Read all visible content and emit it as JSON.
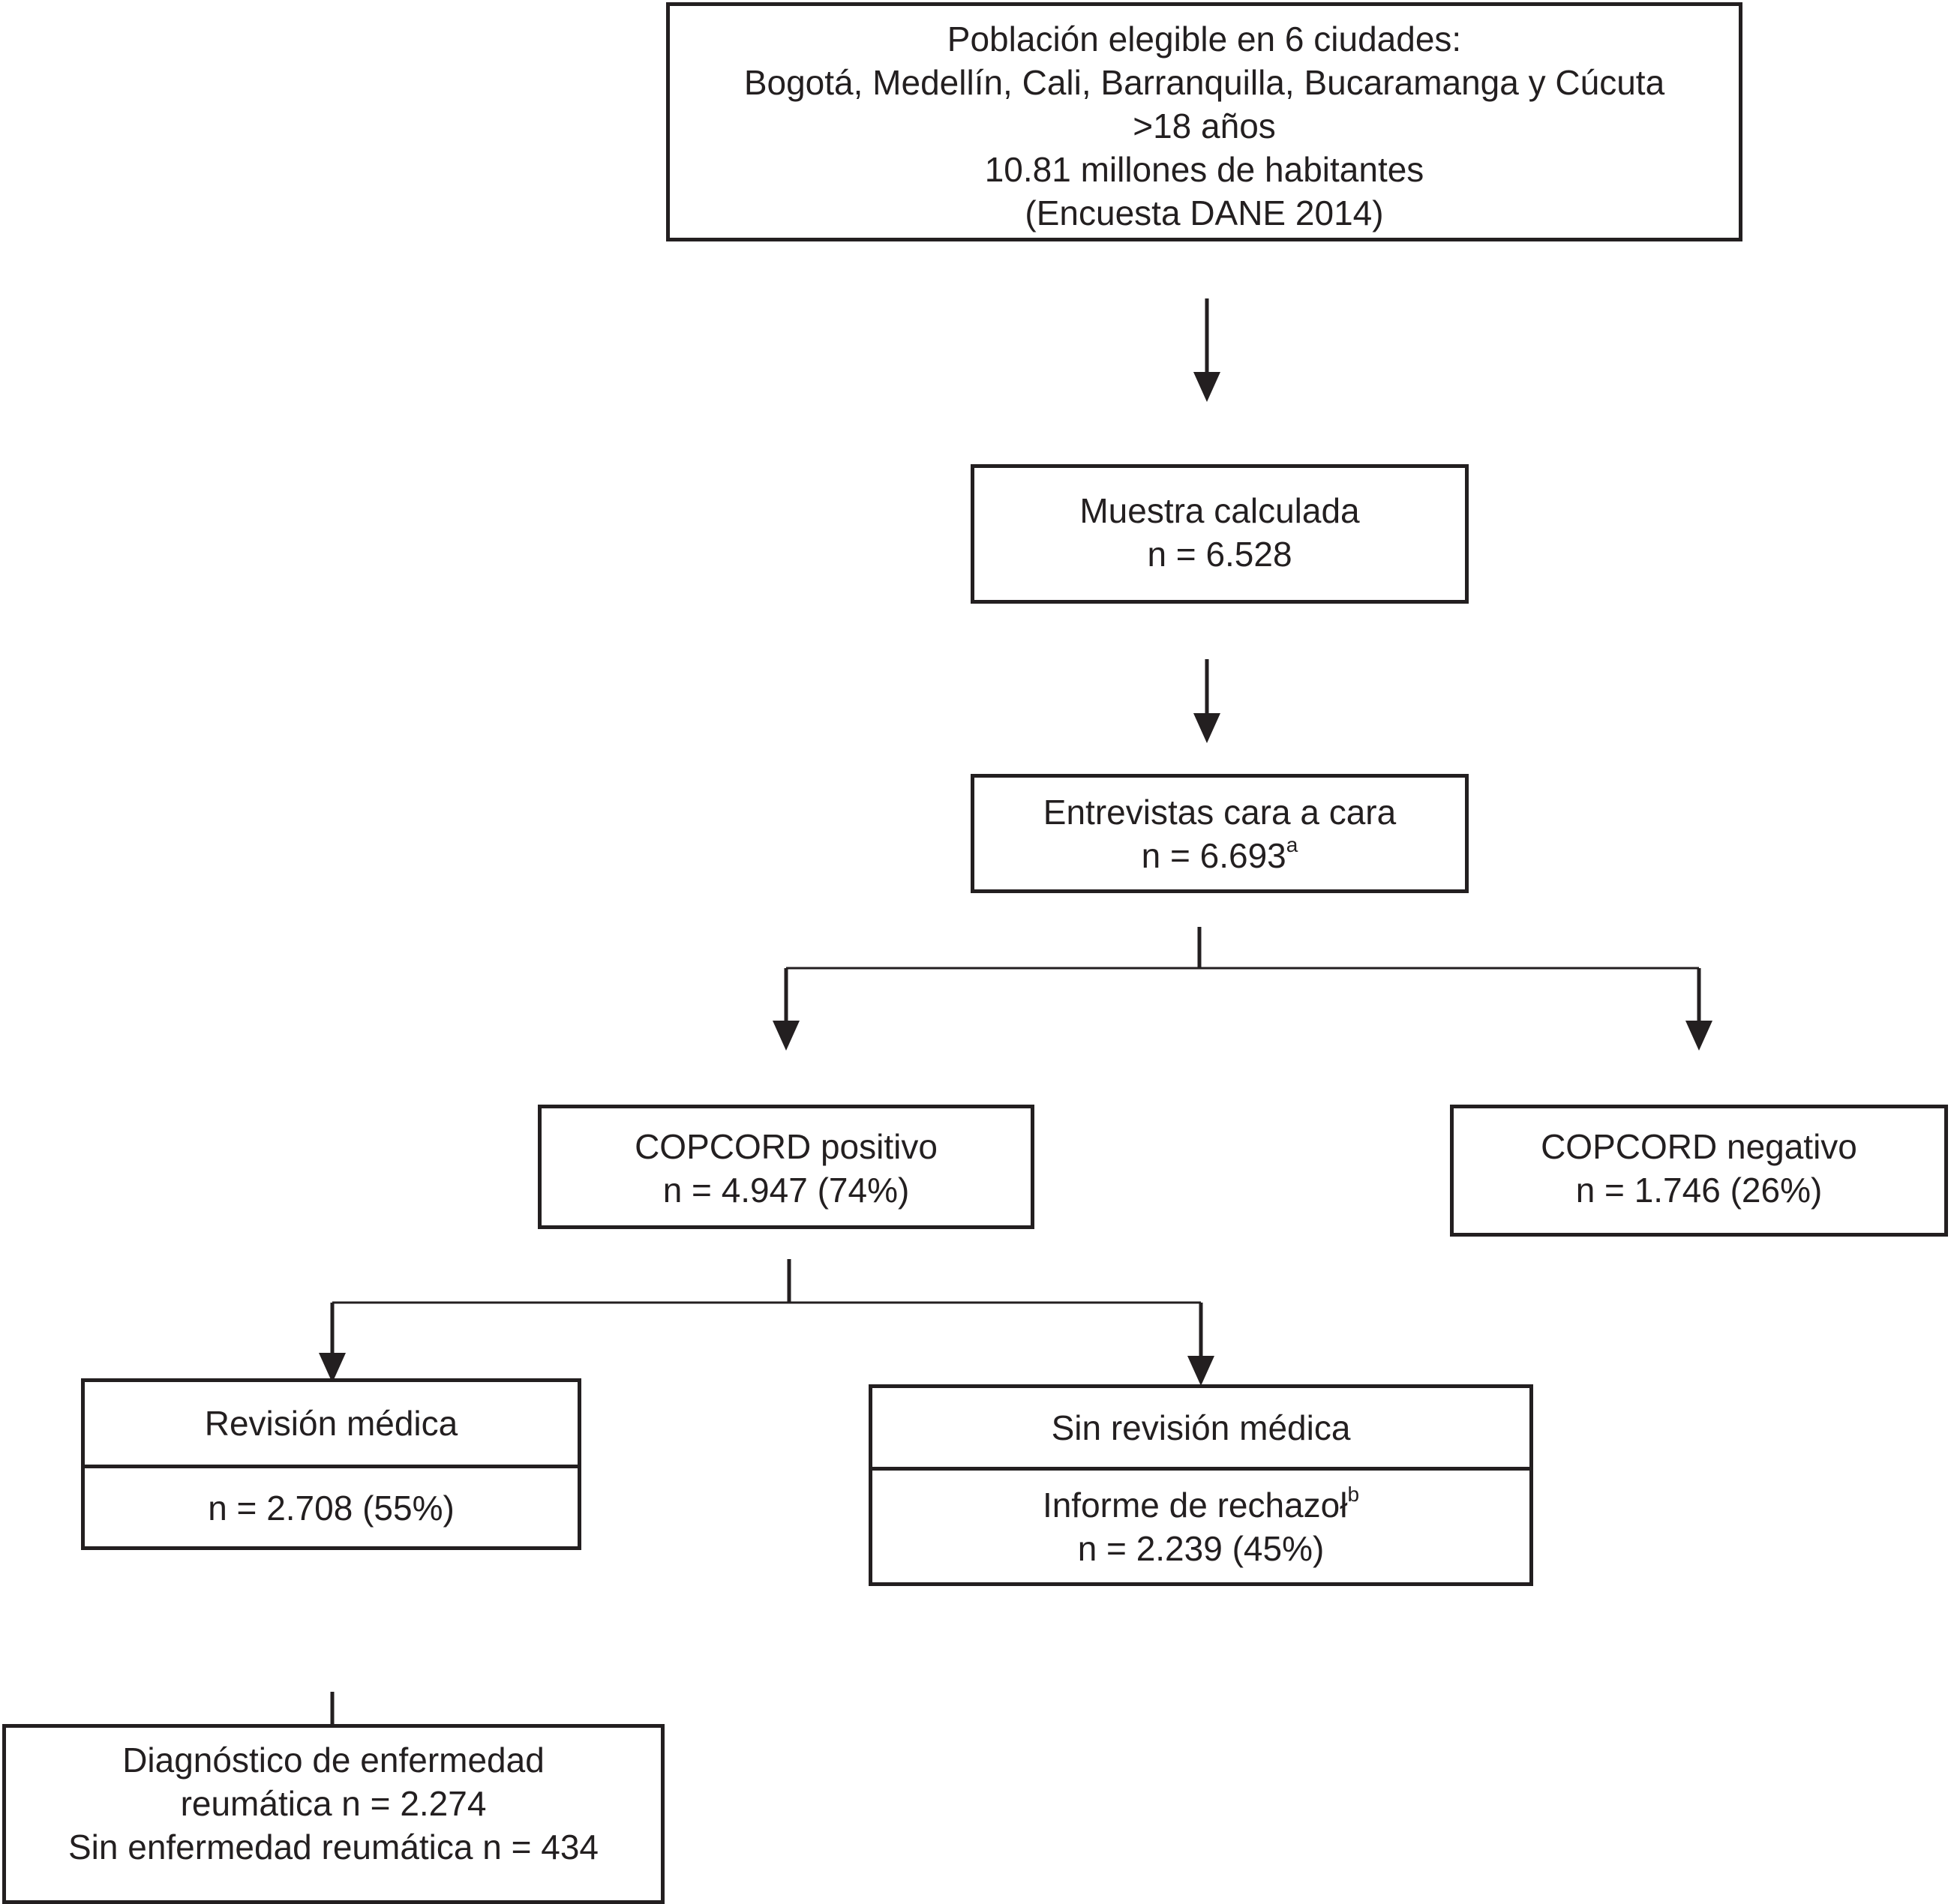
{
  "population": {
    "lines": [
      "Población elegible en 6 ciudades:",
      "Bogotá, Medellín, Cali, Barranquilla, Bucaramanga y Cúcuta",
      ">18 años",
      "10.81 millones de habitantes",
      "(Encuesta DANE 2014)"
    ]
  },
  "sample": {
    "title": "Muestra calculada",
    "n": "n = 6.528"
  },
  "interviews": {
    "title": "Entrevistas cara a cara",
    "n": "n = 6.693",
    "footnote": "a"
  },
  "copcord_positive": {
    "title": "COPCORD positivo",
    "n": "n = 4.947 (74%)"
  },
  "copcord_negative": {
    "title": "COPCORD negativo",
    "n": "n = 1.746 (26%)"
  },
  "medical_review": {
    "title": "Revisión médica",
    "n": "n = 2.708 (55%)"
  },
  "no_medical_review": {
    "title": "Sin revisión médica",
    "detail": "Informe de rechazoł",
    "footnote": "b",
    "n": "n = 2.239 (45%)"
  },
  "diagnosis": {
    "lines": [
      "Diagnóstico de enfermedad",
      "reumática n = 2.274",
      "Sin enfermedad reumática n = 434"
    ]
  }
}
